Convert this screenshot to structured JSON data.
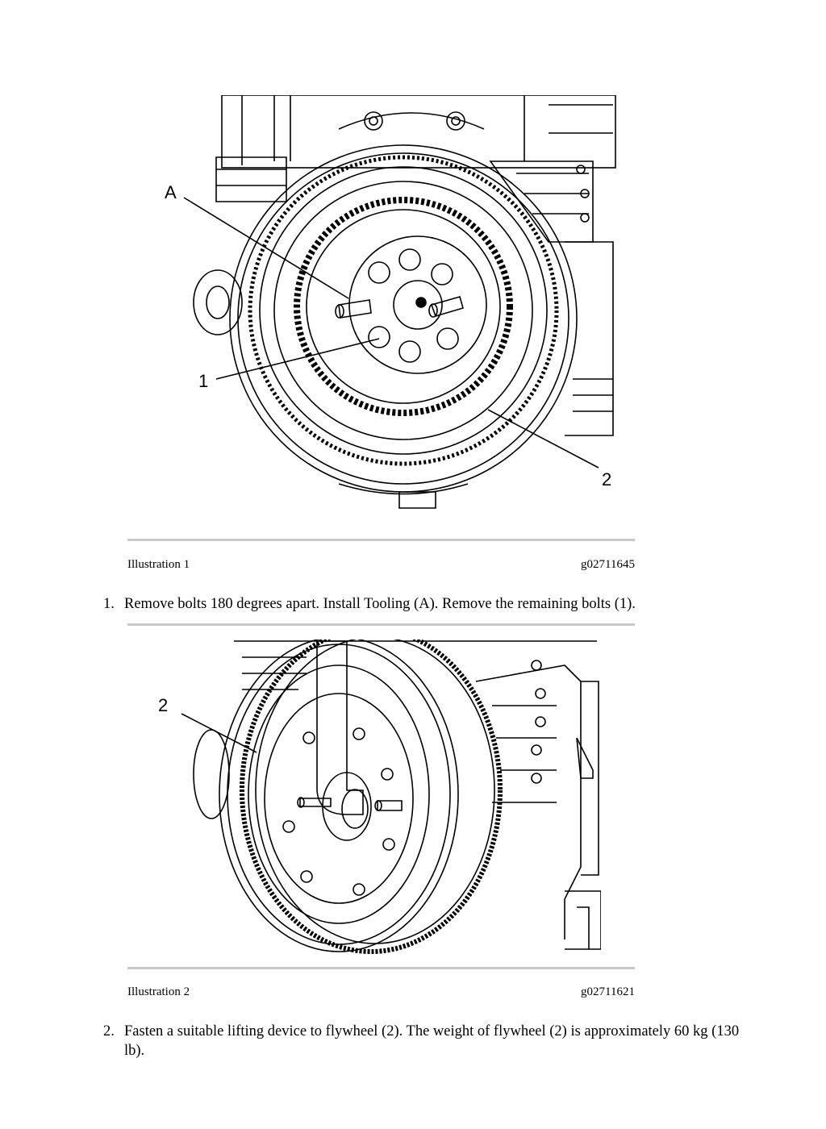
{
  "illustration1": {
    "caption_label": "Illustration 1",
    "caption_code": "g02711645",
    "callouts": {
      "a": "A",
      "one": "1",
      "two": "2"
    }
  },
  "steps": [
    {
      "number": "1.",
      "text": "Remove bolts 180 degrees apart. Install Tooling (A). Remove the remaining bolts (1)."
    },
    {
      "number": "2.",
      "text": "Fasten a suitable lifting device to flywheel (2). The weight of flywheel (2) is approximately 60 kg (130 lb)."
    }
  ],
  "illustration2": {
    "caption_label": "Illustration 2",
    "caption_code": "g02711621",
    "callouts": {
      "two": "2"
    }
  }
}
